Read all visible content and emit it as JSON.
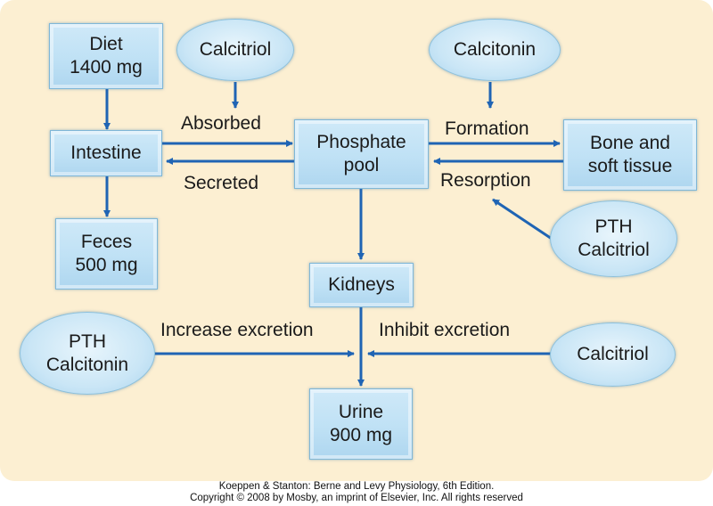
{
  "nodes": {
    "diet": "Diet\n1400 mg",
    "intestine": "Intestine",
    "feces": "Feces\n500 mg",
    "phosphate_pool": "Phosphate\npool",
    "bone": "Bone and\nsoft tissue",
    "kidneys": "Kidneys",
    "urine": "Urine\n900 mg"
  },
  "regulators": {
    "calcitriol_top": "Calcitriol",
    "calcitonin_top": "Calcitonin",
    "pth_calcitriol": "PTH\nCalcitriol",
    "pth_calcitonin": "PTH\nCalcitonin",
    "calcitriol_right": "Calcitriol"
  },
  "edge_labels": {
    "absorbed": "Absorbed",
    "secreted": "Secreted",
    "formation": "Formation",
    "resorption": "Resorption",
    "increase_excretion": "Increase excretion",
    "inhibit_excretion": "Inhibit excretion"
  },
  "colors": {
    "arrow": "#1f64b4",
    "background": "#fcefd2",
    "box_fill": "#bfe1f5"
  },
  "footer": {
    "line1": "Koeppen & Stanton: Berne and Levy Physiology, 6th Edition.",
    "line2": "Copyright © 2008 by Mosby, an imprint of Elsevier, Inc. All rights reserved"
  }
}
